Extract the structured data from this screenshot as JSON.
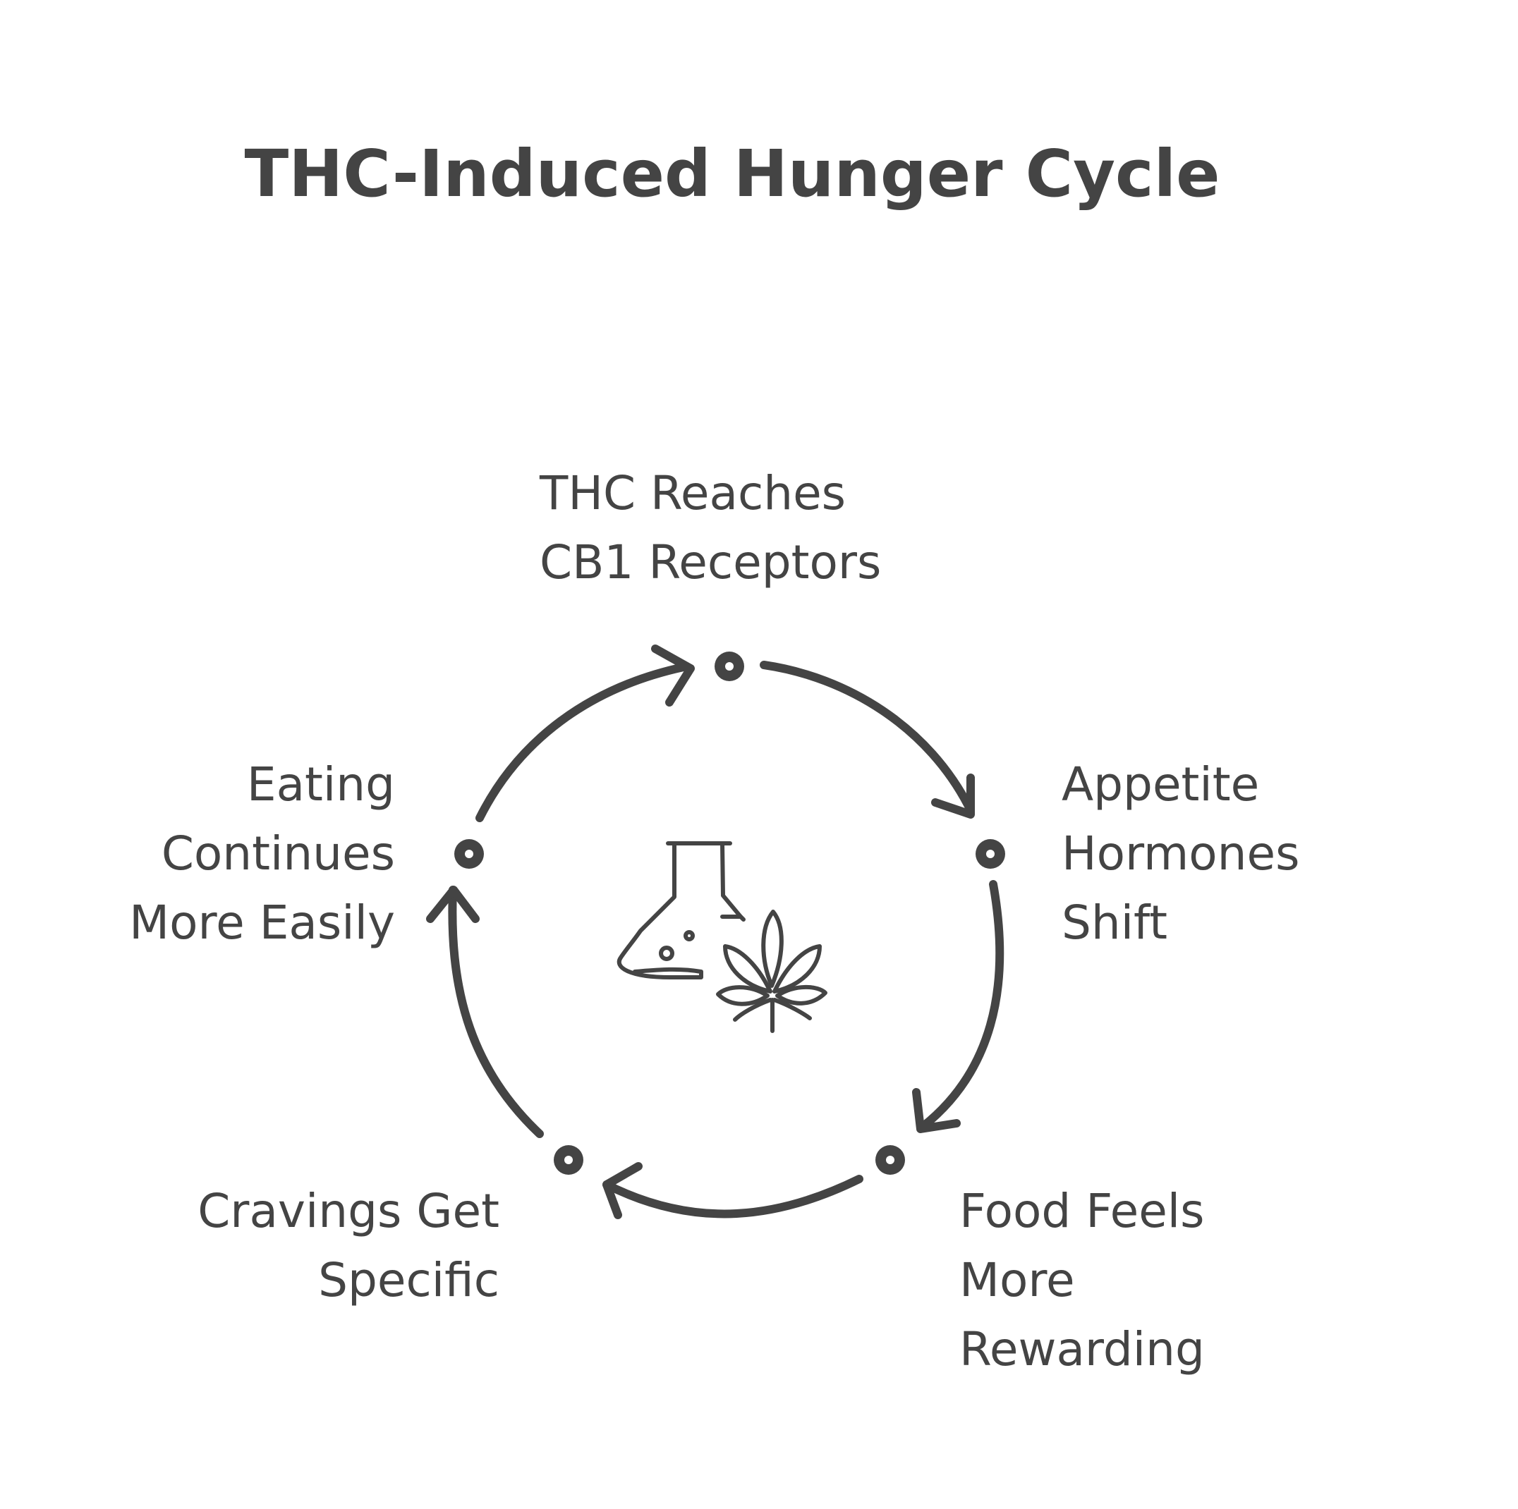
{
  "title": "THC-Induced Hunger Cycle",
  "steps": [
    {
      "lines": [
        "THC Reaches",
        "CB1 Receptors"
      ]
    },
    {
      "lines": [
        "Appetite",
        "Hormones",
        "Shift"
      ]
    },
    {
      "lines": [
        "Food Feels",
        "More",
        "Rewarding"
      ]
    },
    {
      "lines": [
        "Cravings Get",
        "Specific"
      ]
    },
    {
      "lines": [
        "Eating",
        "Continues",
        "More Easily"
      ]
    }
  ],
  "center_icon": "flask-cannabis-leaf-icon",
  "colors": {
    "ink": "#444444",
    "background": "#ffffff"
  }
}
